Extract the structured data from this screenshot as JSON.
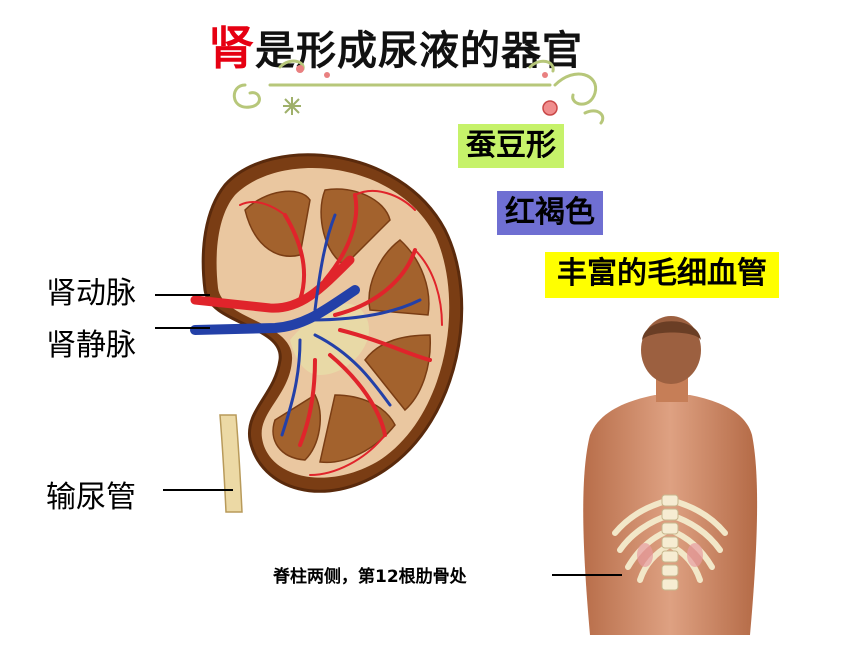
{
  "title": {
    "highlight": "肾",
    "rest": "是形成尿液的器官"
  },
  "features": [
    {
      "text": "蚕豆形",
      "bg": "#c6f26a"
    },
    {
      "text": "红褐色",
      "bg": "#6f6fd2"
    },
    {
      "text": "丰富的毛细血管",
      "bg": "#ffff00"
    }
  ],
  "kidney_labels": {
    "artery": "肾动脉",
    "vein": "肾静脉",
    "ureter": "输尿管"
  },
  "location_label": "脊柱两侧，第12根肋骨处",
  "colors": {
    "title_highlight": "#e60012",
    "artery": "#e0242b",
    "vein": "#2340a8",
    "cortex": "#8b4a1c",
    "medulla": "#9b5a2a"
  }
}
